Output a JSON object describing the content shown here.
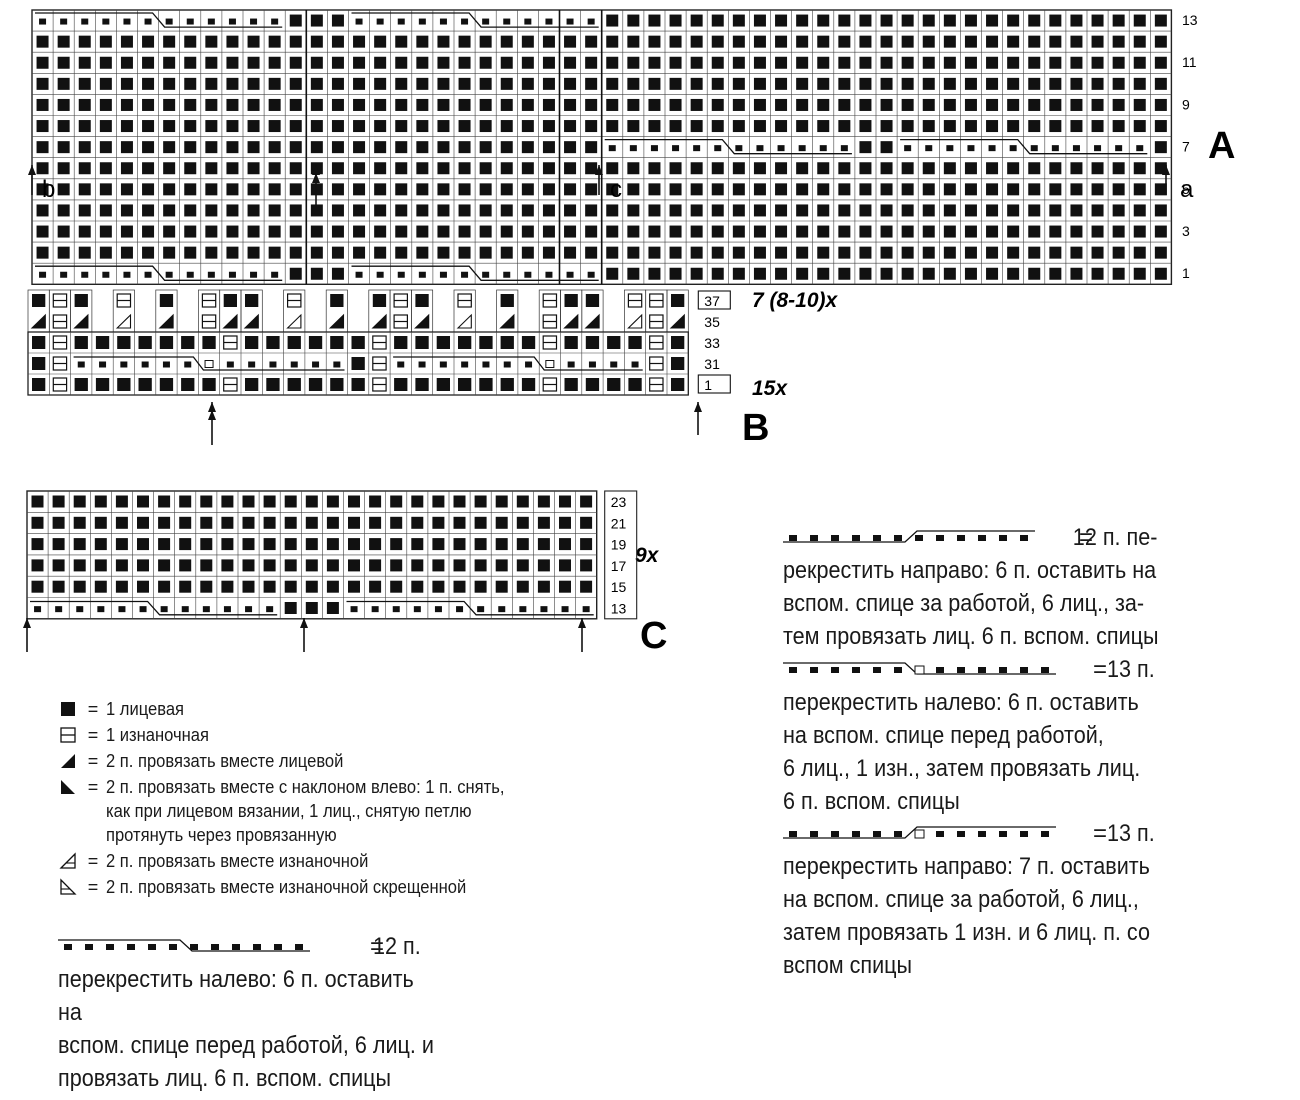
{
  "charts": {
    "A": {
      "letter": "A",
      "rows": [
        "13",
        "11",
        "9",
        "7",
        "5",
        "3",
        "1"
      ],
      "arrows": {
        "b": "b",
        "c": "c",
        "a": "a"
      }
    },
    "B": {
      "letter": "B",
      "rows": [
        "37",
        "35",
        "33",
        "31",
        "1"
      ],
      "repeat_top": "7 (8-10)x",
      "repeat_bottom": "15x"
    },
    "C": {
      "letter": "C",
      "rows": [
        "23",
        "21",
        "19",
        "17",
        "15",
        "13"
      ],
      "repeat": "9x"
    }
  },
  "legend": [
    {
      "icon": "knit-icon",
      "eq": "=",
      "text": "1 лицевая"
    },
    {
      "icon": "purl-icon",
      "eq": "=",
      "text": "1 изнаночная"
    },
    {
      "icon": "k2tog-icon",
      "eq": "=",
      "text": "2 п. провязать вместе лицевой"
    },
    {
      "icon": "ssk-icon",
      "eq": "=",
      "text": "2 п. провязать вместе с наклоном влево: 1 п. снять,\nкак при лицевом вязании, 1 лиц., снятую петлю\nпротянуть через провязанную"
    },
    {
      "icon": "p2tog-icon",
      "eq": "=",
      "text": "2 п. провязать вместе изнаночной"
    },
    {
      "icon": "p2tog-tbl-icon",
      "eq": "=",
      "text": "2 п. провязать вместе изнаночной скрещенной"
    }
  ],
  "cables": {
    "left12": {
      "eq": "=",
      "text": "12   п.\nперекрестить налево: 6 п. оставить на\nвспом. спице перед работой, 6 лиц. и\nпровязать лиц. 6 п. вспом. спицы"
    },
    "right12": {
      "eq": "=",
      "text": "12 п. пе-\nрекрестить направо: 6 п. оставить на\nвспом. спице за работой, 6 лиц., за-\nтем провязать лиц. 6 п. вспом. спицы"
    },
    "left13": {
      "eq": "=",
      "text": "13   п.\nперекрестить налево: 6 п. оставить\nна вспом. спице перед работой,\n6 лиц., 1 изн., затем провязать лиц.\n6 п. вспом. спицы"
    },
    "right13": {
      "eq": "=",
      "text": "13   п.\nперекрестить направо: 7 п. оставить\nна вспом. спице за работой, 6 лиц.,\nзатем провязать 1 изн. и 6 лиц. п. со\nвспом спицы"
    }
  }
}
